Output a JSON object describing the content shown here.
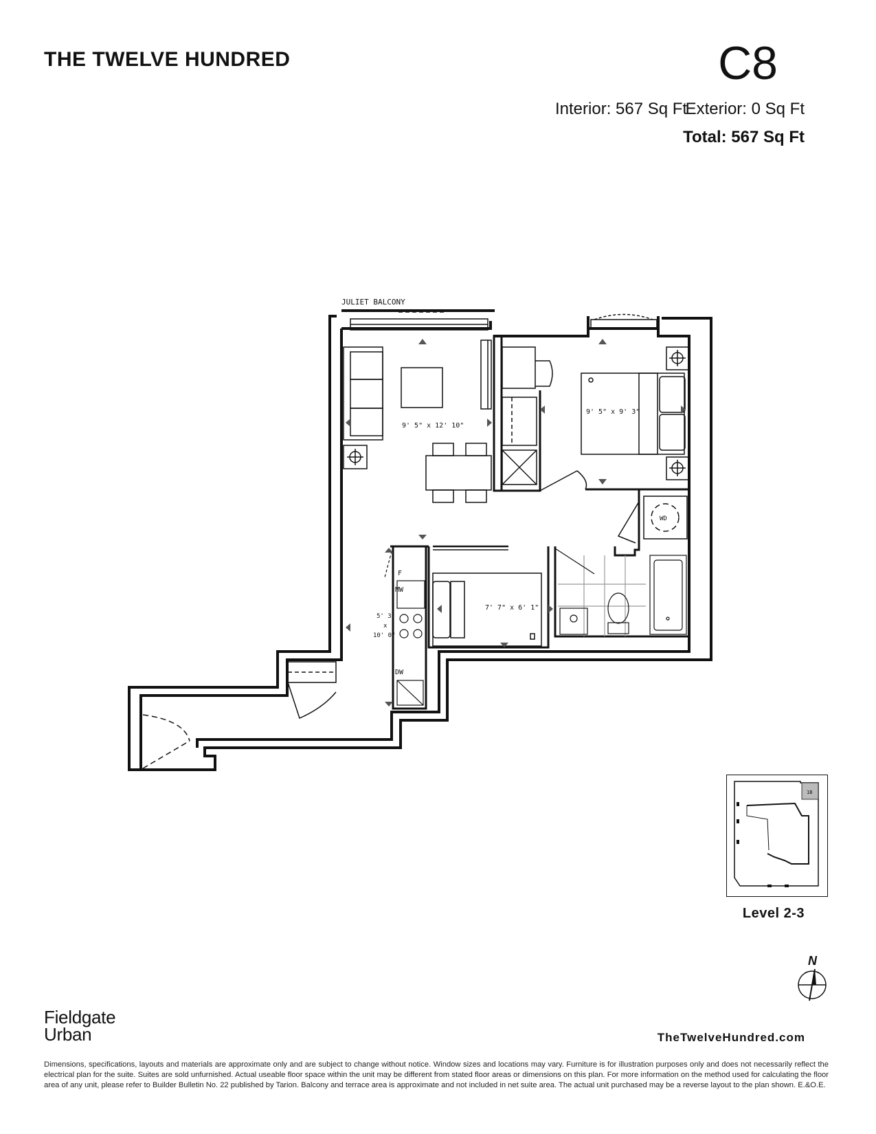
{
  "header": {
    "brand": "THE TWELVE HUNDRED",
    "unit_code": "C8",
    "interior": "Interior: 567 Sq Ft",
    "exterior": "Exterior: 0 Sq Ft",
    "total": "Total: 567 Sq Ft"
  },
  "plan": {
    "balcony_label": "JULIET BALCONY",
    "living_dims": "9' 5\" x 12' 10\"",
    "bedroom_dims": "9' 5\" x 9' 3\"",
    "den_dims": "7' 7\" x 6' 1\"",
    "kitchen_dims_1": "5' 3\"",
    "kitchen_dims_x": "x",
    "kitchen_dims_2": "10' 0\"",
    "fridge": "F",
    "microwave": "MW",
    "dishwasher": "DW",
    "washer_dryer": "WD"
  },
  "keyplan": {
    "unit_marker": "1B",
    "level": "Level 2-3"
  },
  "compass": {
    "north": "N"
  },
  "footer": {
    "developer_line1": "Fieldgate",
    "developer_line2": "Urban",
    "website": "TheTwelveHundred.com",
    "disclaimer": "Dimensions, specifications, layouts and materials are approximate only and are subject to change without notice. Window sizes and locations may vary. Furniture is for illustration purposes only and does not necessarily reflect the electrical plan for the suite. Suites are sold unfurnished. Actual useable floor space within the unit may be different from stated floor areas or dimensions on this plan. For more information on the method used for calculating the floor area of any unit, please refer to Builder Bulletin No. 22 published by Tarion. Balcony and terrace area is approximate and not included in net suite area. The actual unit purchased may be a reverse layout to the plan shown. E.&O.E."
  }
}
